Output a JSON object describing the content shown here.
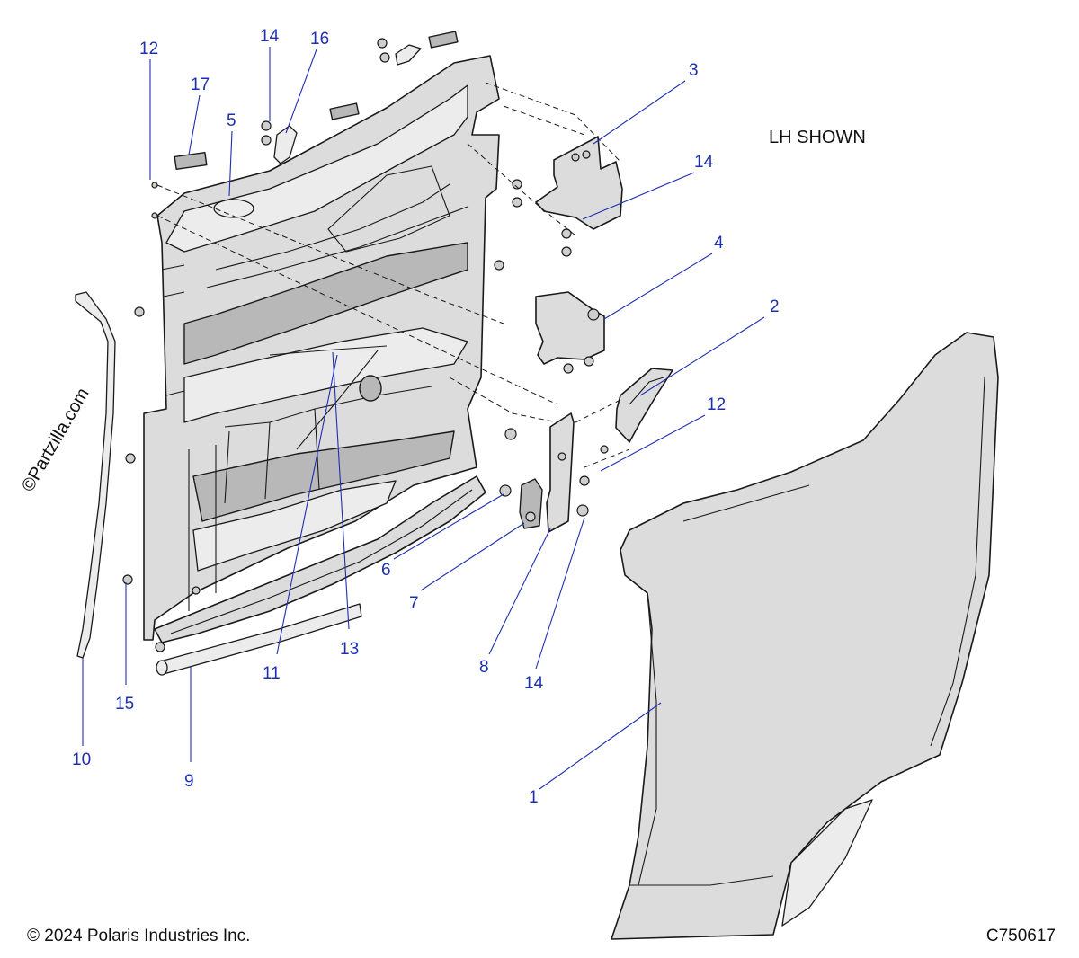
{
  "note": "LH SHOWN",
  "copyright": "© 2024 Polaris Industries Inc.",
  "diagram_id": "C750617",
  "watermark": "©Partzilla.com",
  "callouts": [
    "12",
    "17",
    "5",
    "14",
    "16",
    "3",
    "14",
    "4",
    "2",
    "12",
    "6",
    "7",
    "8",
    "14",
    "13",
    "11",
    "15",
    "10",
    "9",
    "1"
  ]
}
